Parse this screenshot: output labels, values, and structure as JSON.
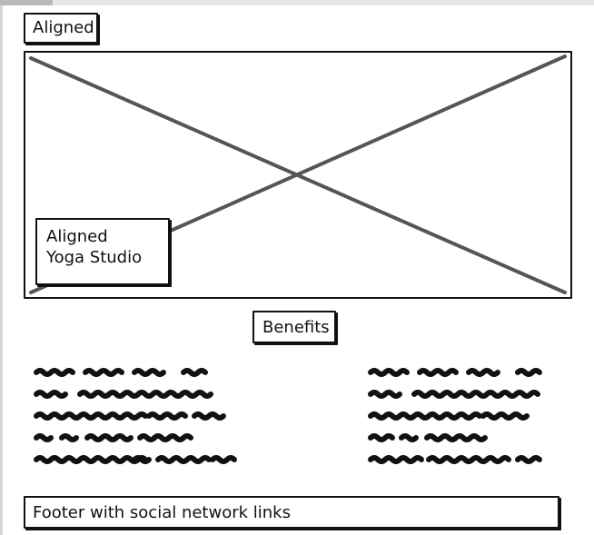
{
  "header": {
    "logo_label": "Aligned"
  },
  "hero": {
    "image_placeholder": "image-placeholder-x",
    "caption_line1": "Aligned",
    "caption_line2": "Yoga Studio"
  },
  "benefits": {
    "heading": "Benefits",
    "left_column": {
      "lines": 5
    },
    "right_column": {
      "lines": 5
    }
  },
  "footer": {
    "label": "Footer with social network links"
  },
  "colors": {
    "ink": "#111111",
    "placeholder_line": "#555555",
    "scroll_track": "#e7e7e7",
    "scroll_thumb": "#b9b9b9"
  }
}
